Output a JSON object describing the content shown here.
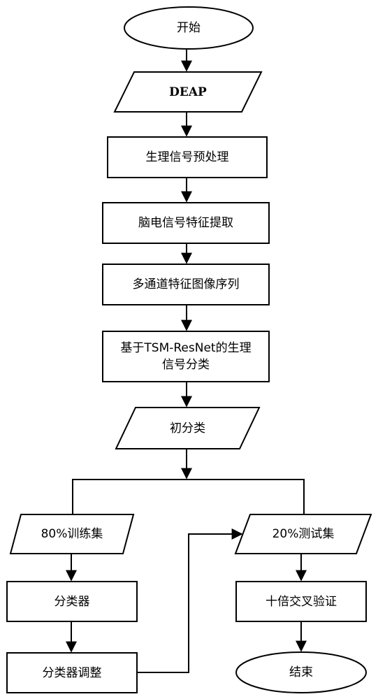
{
  "diagram": {
    "start": "开始",
    "dataset": "DEAP",
    "preprocess": "生理信号预处理",
    "feature_extract": "脑电信号特征提取",
    "image_sequence": "多通道特征图像序列",
    "classify_line1": "基于TSM-ResNet的生理",
    "classify_line2": "信号分类",
    "initial_class": "初分类",
    "train_set": "80%训练集",
    "test_set": "20%测试集",
    "classifier": "分类器",
    "classifier_tune": "分类器调整",
    "cross_validation": "十倍交叉验证",
    "end": "结束"
  }
}
